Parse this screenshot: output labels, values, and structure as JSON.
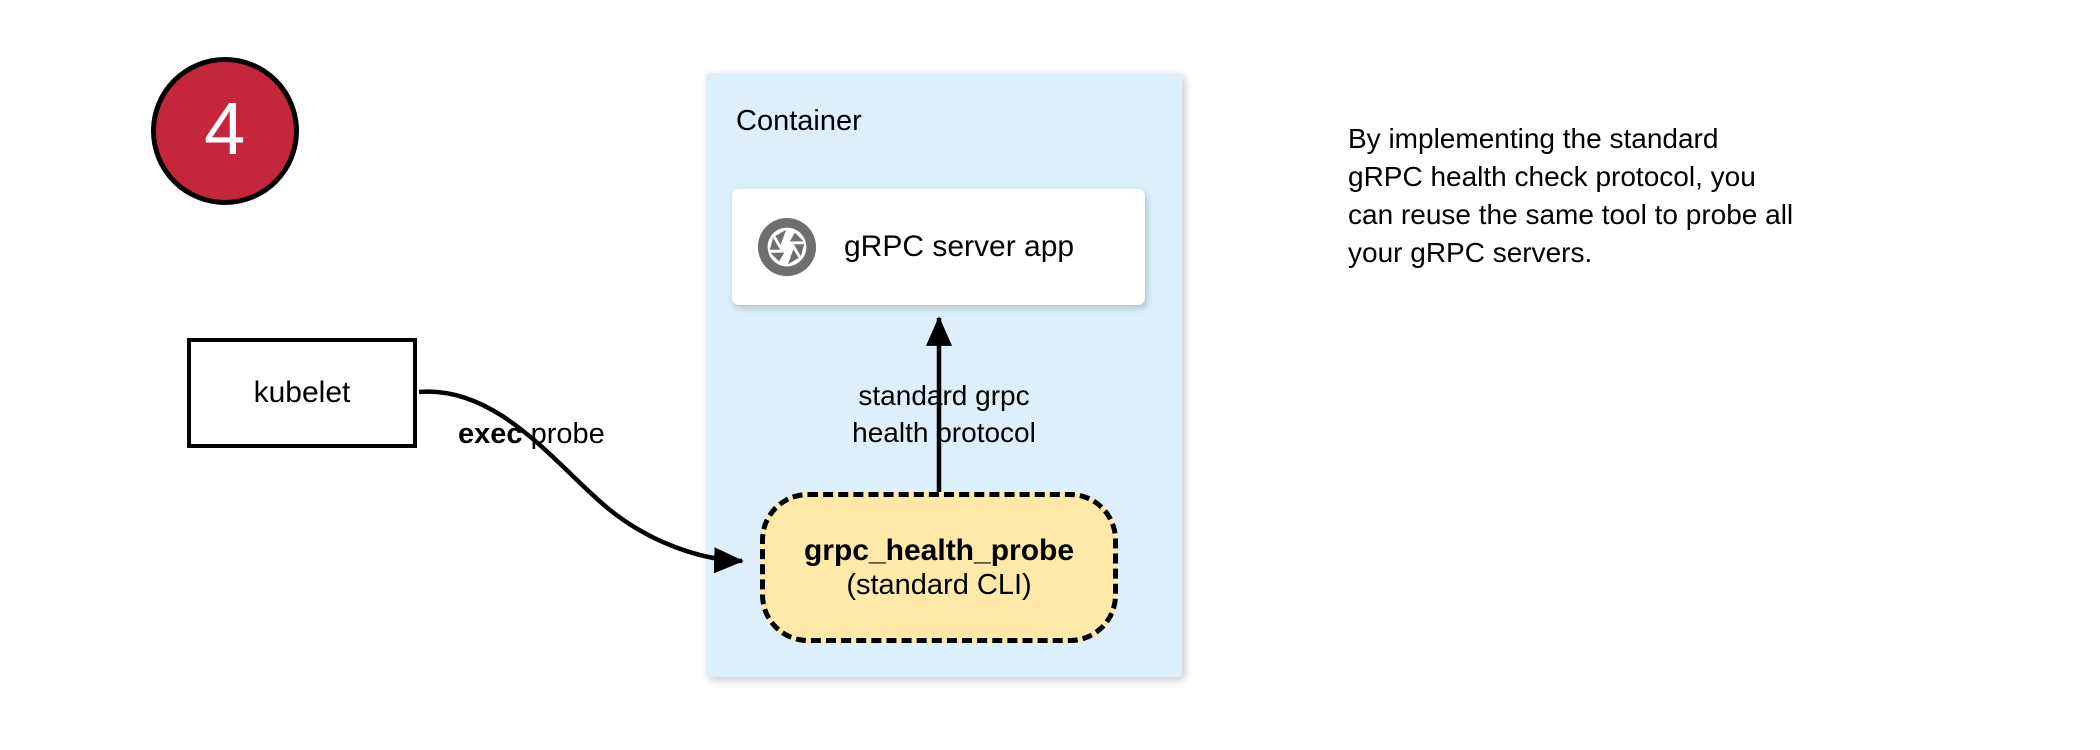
{
  "step": {
    "number": "4",
    "badge_fill": "#c4273c",
    "badge_text_color": "#ffffff"
  },
  "kubelet": {
    "label": "kubelet"
  },
  "container": {
    "title": "Container",
    "fill": "#ddeffb"
  },
  "server_card": {
    "label": "gRPC server app",
    "icon": "grpc-aperture-icon",
    "icon_color": "#6e6e6e",
    "fill": "#ffffff"
  },
  "probe": {
    "title": "grpc_health_probe",
    "subtitle": "(standard CLI)",
    "fill": "#ffe9a8",
    "border_style": "dashed"
  },
  "arrows": {
    "exec_label_bold": "exec",
    "exec_label_rest": " probe",
    "protocol_label_line1": "standard grpc",
    "protocol_label_line2": "health protocol"
  },
  "caption": {
    "line1": "By implementing the standard",
    "line2": "gRPC health check protocol, you",
    "line3": "can reuse the same tool to probe all",
    "line4": "your gRPC servers."
  }
}
